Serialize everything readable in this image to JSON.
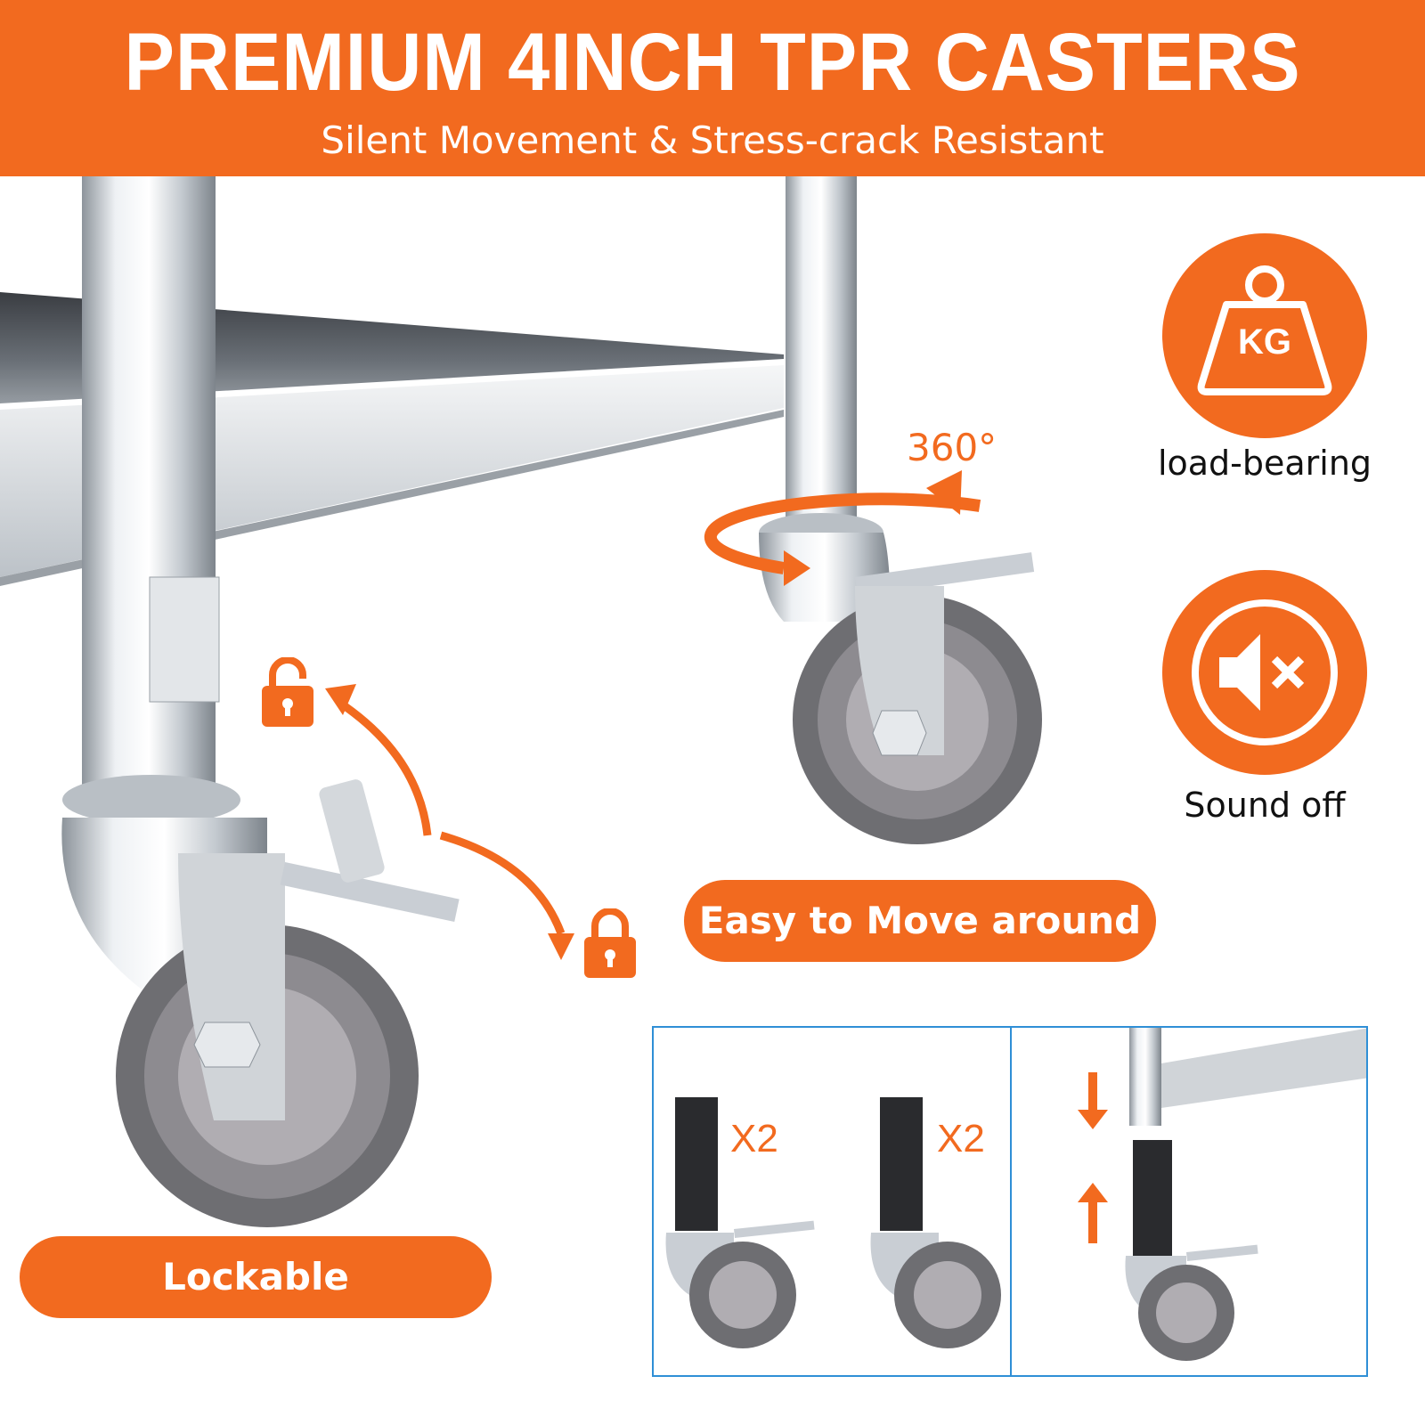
{
  "banner": {
    "title": "PREMIUM 4INCH TPR CASTERS",
    "subtitle": "Silent Movement & Stress-crack Resistant"
  },
  "features": [
    {
      "icon": "weight-kg-icon",
      "icon_text": "KG",
      "label": "load-bearing"
    },
    {
      "icon": "sound-off-icon",
      "label": "Sound off"
    }
  ],
  "rotation": {
    "label": "360°"
  },
  "callouts": {
    "move": "Easy to Move around",
    "lock": "Lockable"
  },
  "install": {
    "quantity_a": "X2",
    "quantity_b": "X2"
  },
  "colors": {
    "accent": "#f26a1f",
    "panel_border": "#2f8fd6",
    "steel": "#c9ced4",
    "wheel": "#6e6e72"
  }
}
